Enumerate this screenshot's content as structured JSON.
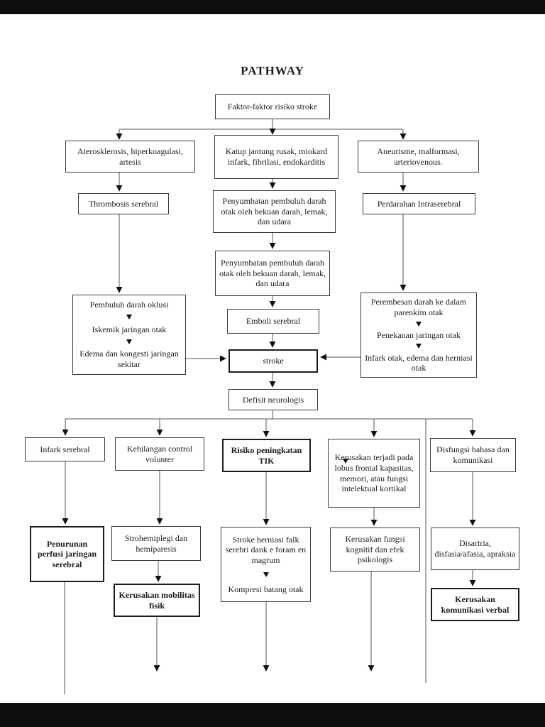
{
  "page": {
    "title": "PATHWAY"
  },
  "nodes": {
    "risk_factors": "Faktor-faktor risiko stroke",
    "aterosklerosis": "Aterosklerosis, hiperkoagulasi, artesis",
    "katup": "Katup jantung rusak, miokard infark, fibrilasi, endokarditis",
    "aneurisme": "Aneurisme, malformasi, arteriovenous.",
    "thrombosis": "Thrombosis serebral",
    "penyumbatan1": "Penyumbatan pembuluh darah otak oleh bekuan darah, lemak, dan udara",
    "perdarahan": "Perdarahan Intraserebral",
    "penyumbatan2": "Penyumbatan pembuluh darah otak oleh bekuan darah, lemak, dan udara",
    "emboli": "Emboli serebral",
    "oklusi_line1": "Pembuluh darah oklusi",
    "oklusi_line2": "Iskemik jaringan otak",
    "oklusi_line3": "Edema dan kongesti jaringan sekitar",
    "perembesan_line1": "Perembesan darah ke dalam parenkim otak",
    "perembesan_line2": "Penekanan jaringan otak",
    "perembesan_line3": "Infark otak, edema dan herniasi otak",
    "stroke": "stroke",
    "defisit": "Defisit neurologis",
    "infark_serebral": "Infark serebral",
    "kehilangan": "Kehilangan control volunter",
    "risiko_tik": "Risiko peningkatan TIK",
    "kerusakan_lobus": "Kerusakan terjadi pada lobus frontal kapasitas, memori, atau fungsi intelektual kortikal",
    "disfungsi": "Disfungsi bahasa dan komunikasi",
    "penurunan": "Penurunan perfusi jaringan serebral",
    "strohemiplegi": "Strohemiplegi dan hemiparesis",
    "kerusakan_mobilitas": "Kerusakan mobilitas fisik",
    "herniasi_line1": "Stroke herniasi falk serebri dank e foram en magrum",
    "herniasi_line2": "Kompresi batang otak",
    "kerusakan_kognitif": "Kerusakan fungsi kognitif dan efek psikologis",
    "disartria": "Disartria, disfasia/afasia, apraksia",
    "kerusakan_verbal": "Kerusakan komunikasi verbal"
  },
  "colors": {
    "page_bg": "#ffffff",
    "letterbox": "#0f0f0f",
    "line": "#555555",
    "arrowhead": "#111111",
    "text": "#1c1c1c"
  }
}
